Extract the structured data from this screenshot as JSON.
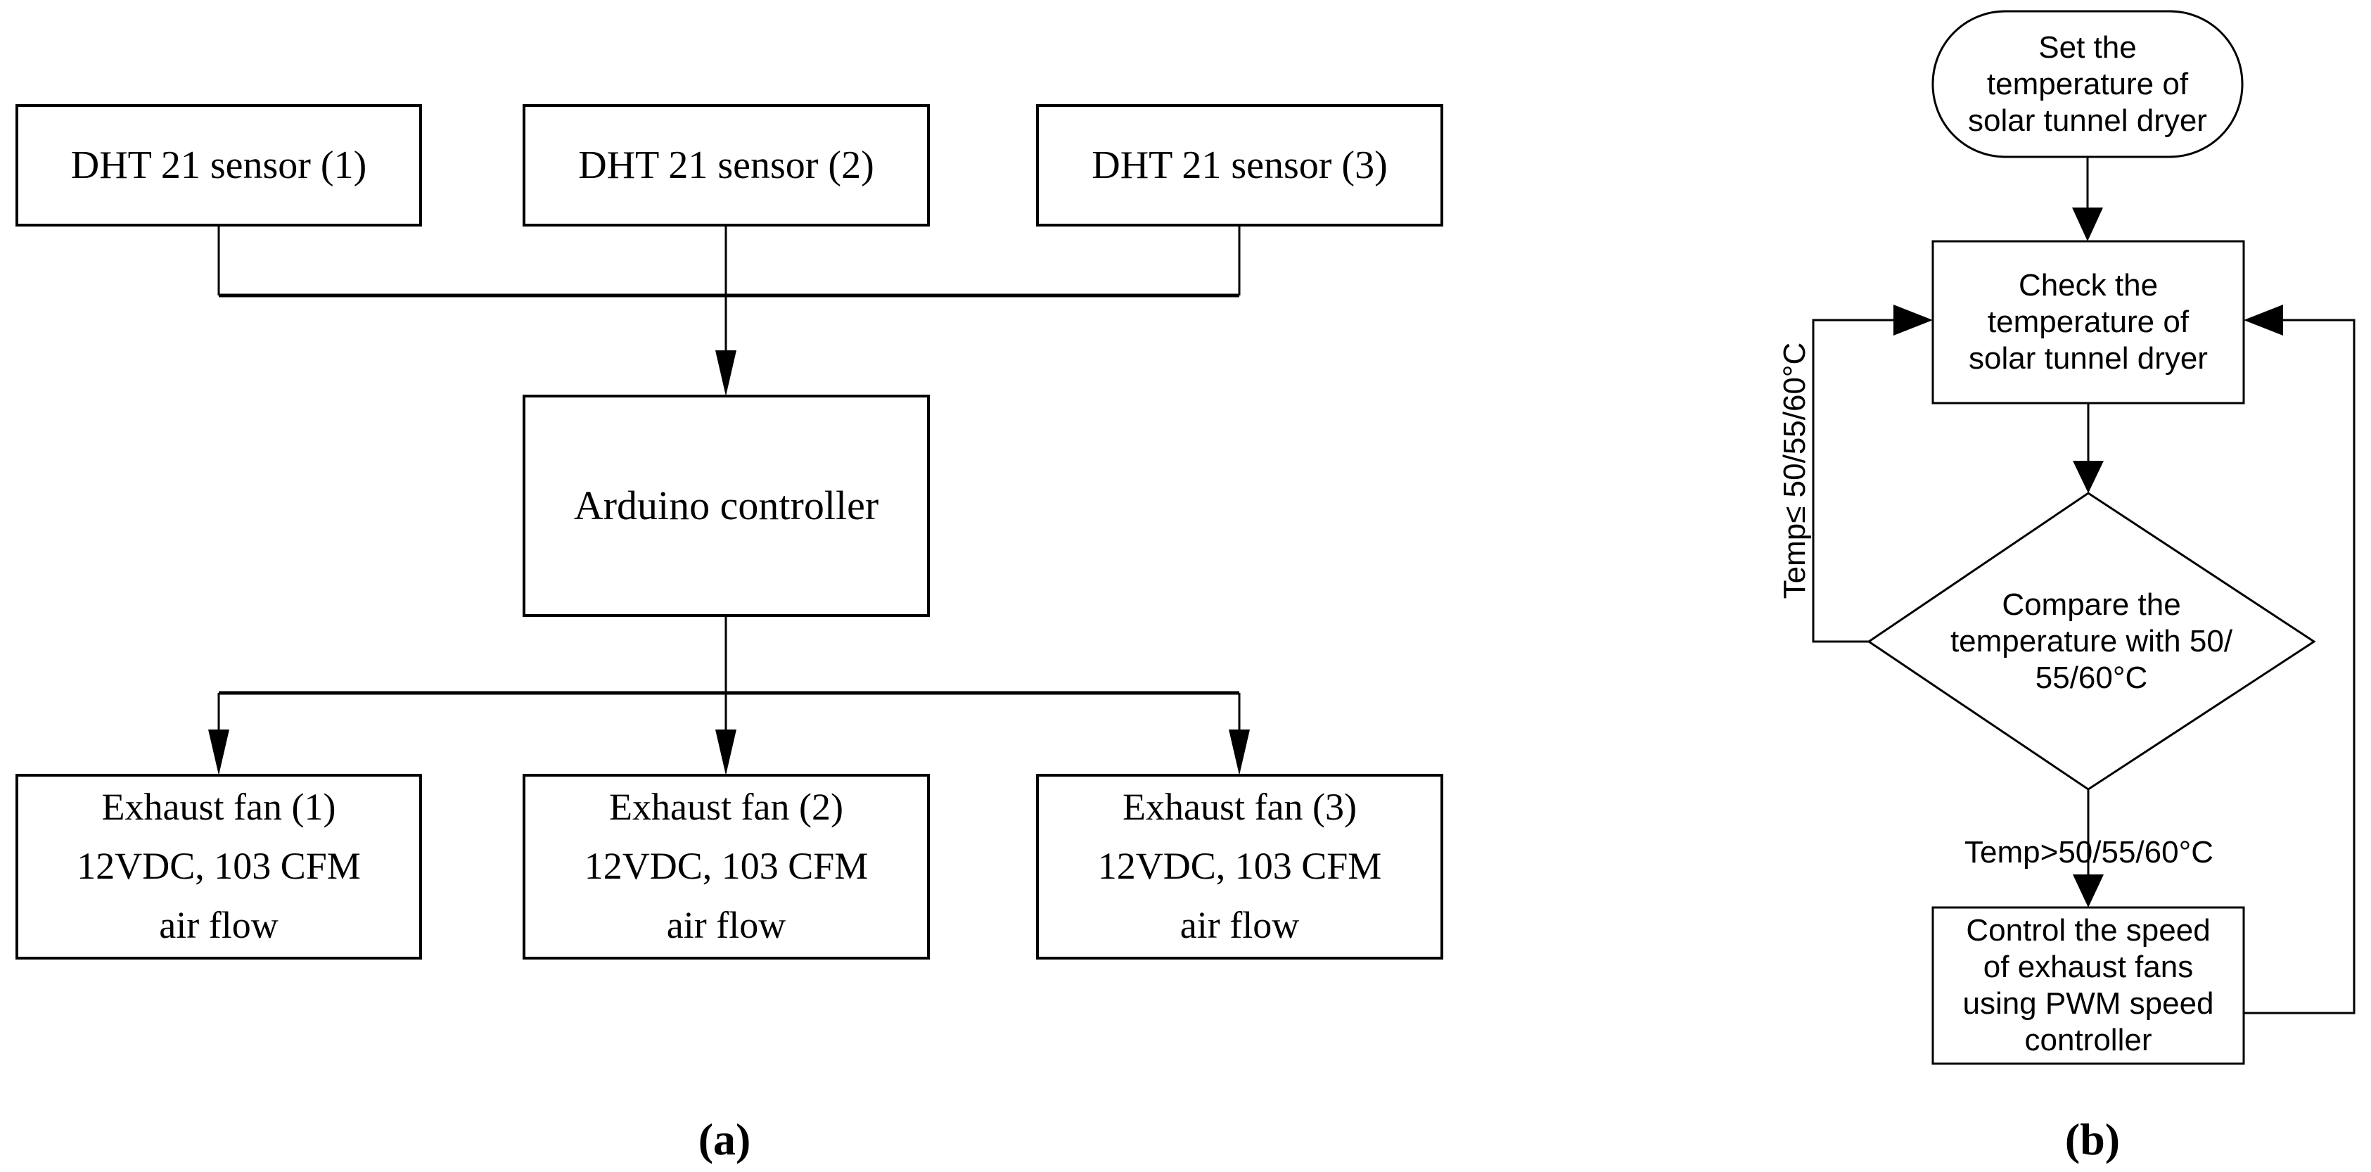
{
  "figure": {
    "background": "#ffffff",
    "line_color": "#000000",
    "panel_a": {
      "label": "(a)",
      "sensor_1": "DHT 21 sensor (1)",
      "sensor_2": "DHT 21 sensor (2)",
      "sensor_3": "DHT 21 sensor (3)",
      "controller": "Arduino controller",
      "fan_1": "Exhaust fan (1)\n12VDC, 103 CFM\nair flow",
      "fan_2": "Exhaust fan (2)\n12VDC, 103 CFM\nair flow",
      "fan_3": "Exhaust fan (3)\n12VDC, 103 CFM\nair flow"
    },
    "panel_b": {
      "label": "(b)",
      "start_terminal": "Set the\ntemperature of\nsolar tunnel dryer",
      "check_process": "Check the\ntemperature of\nsolar tunnel dryer",
      "decision": "Compare the\ntemperature with 50/\n55/60°C",
      "loop_label": "Temp≤ 50/55/60°C",
      "exceed_label": "Temp>50/55/60°C",
      "control_process": "Control the speed\nof exhaust fans\nusing PWM speed\ncontroller"
    }
  }
}
